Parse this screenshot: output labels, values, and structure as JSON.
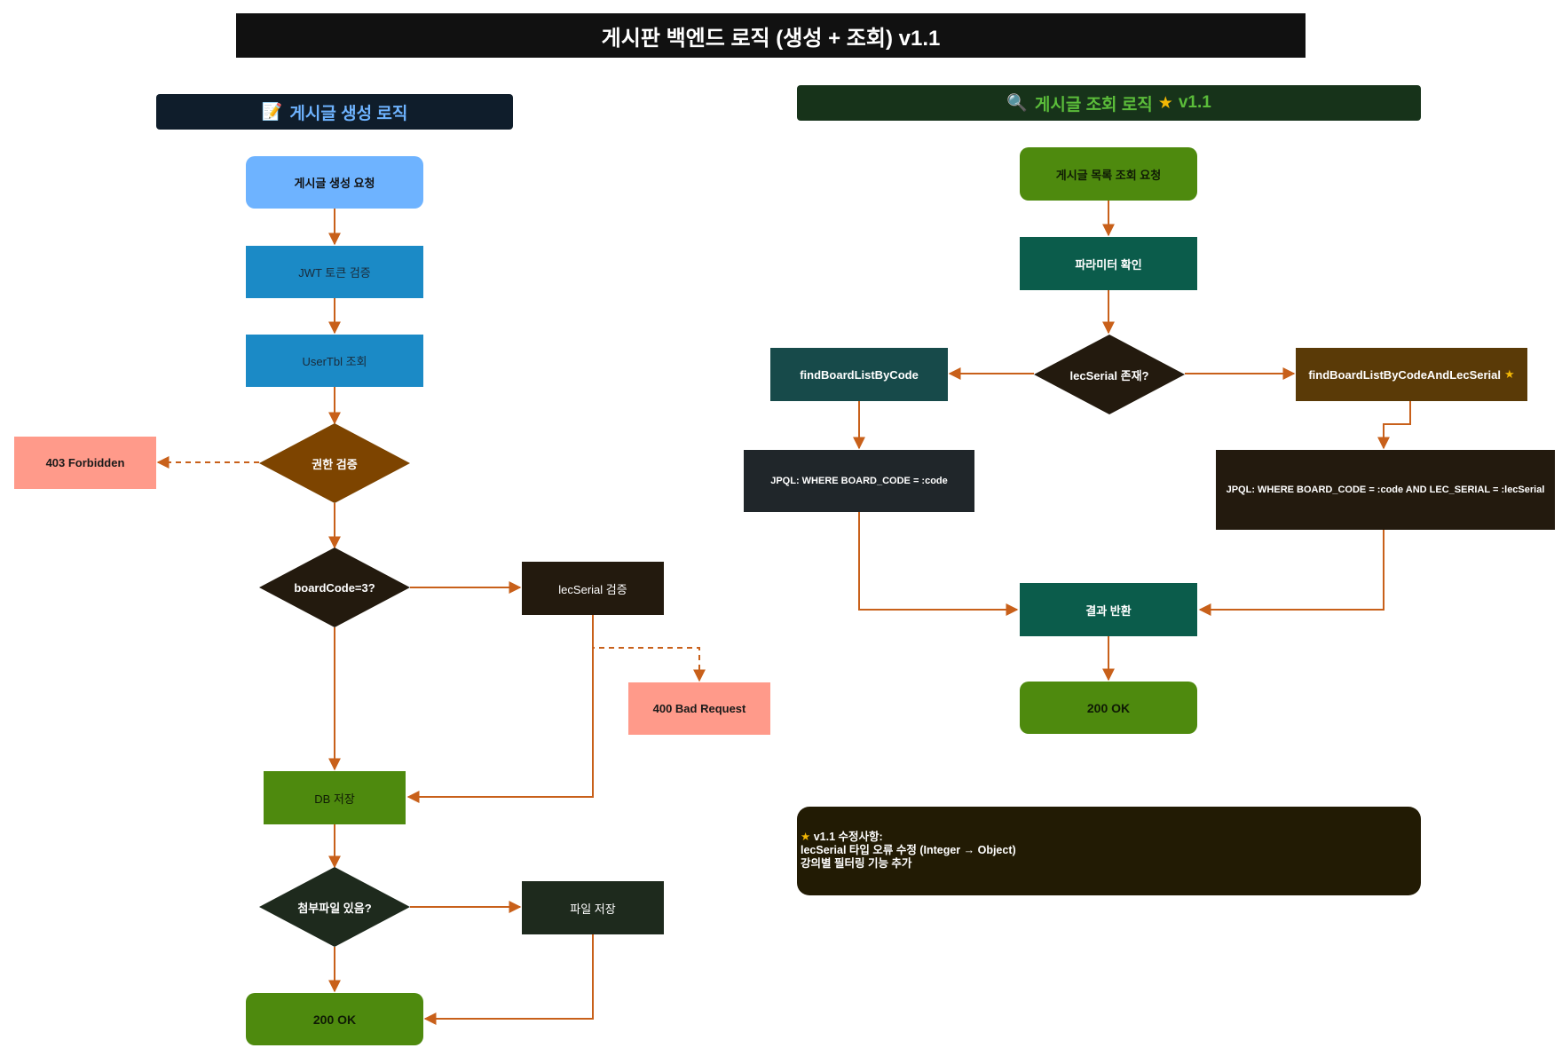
{
  "title": "게시판 백엔드 로직 (생성 + 조회) v1.1",
  "sections": {
    "create": {
      "icon": "memo-icon",
      "label": "게시글 생성 로직"
    },
    "query": {
      "icon": "magnifier-icon",
      "label": "게시글 조회 로직",
      "star_icon": "star-icon",
      "version": "v1.1"
    }
  },
  "create_flow": {
    "request": "게시글 생성 요청",
    "jwt": "JWT 토큰 검증",
    "usertbl": "UserTbl 조회",
    "auth_check": "권한 검증",
    "forbidden": "403 Forbidden",
    "board_check": "boardCode=3?",
    "lec_check": "lecSerial 검증",
    "bad_request": "400 Bad Request",
    "db_save": "DB 저장",
    "attach_check": "첨부파일 있음?",
    "file_save": "파일 저장",
    "ok": "200 OK"
  },
  "query_flow": {
    "request": "게시글 목록 조회 요청",
    "params": "파라미터 확인",
    "lec_exists": "lecSerial 존재?",
    "find_by_code": "findBoardListByCode",
    "find_by_code_lec": "findBoardListByCodeAndLecSerial",
    "jpql_code": "JPQL: WHERE BOARD_CODE = :code",
    "jpql_code_lec": "JPQL: WHERE BOARD_CODE = :code AND LEC_SERIAL = :lecSerial",
    "result": "결과 반환",
    "ok": "200 OK"
  },
  "note": {
    "icon": "star-icon",
    "heading": "v1.1 수정사항:",
    "lines": [
      "lecSerial 타입 오류 수정 (Integer → Object)",
      "강의별 필터링 기능 추가"
    ]
  },
  "colors": {
    "edge": "#c8601a",
    "title_bg": "#111111",
    "request_blue": "#6eb3ff",
    "step_blue": "#1b8ac6",
    "auth_brown": "#7d4400",
    "decision_dark": "#231a0e",
    "error_salmon": "#ff9a8a",
    "success_green": "#4e8a0e",
    "teal": "#0b5c4b",
    "dark_teal": "#174a4a",
    "query_brown": "#5a3a07",
    "slate": "#20262a",
    "note_bg": "#221b04"
  }
}
